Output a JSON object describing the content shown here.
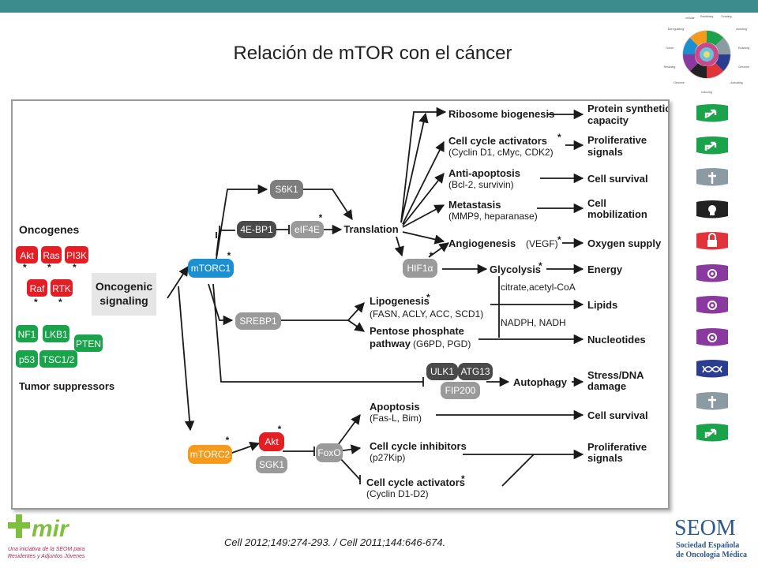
{
  "slide": {
    "title": "Relación de mTOR con el cáncer",
    "citation": "Cell 2012;149:274-293. /  Cell 2011;144:646-674."
  },
  "diagram": {
    "sections": {
      "oncogenes": "Oncogenes",
      "tumor_suppressors": "Tumor suppressors",
      "oncogenic_signaling_1": "Oncogenic",
      "oncogenic_signaling_2": "signaling"
    },
    "oncogenes": [
      "Akt",
      "Ras",
      "PI3K",
      "Raf",
      "RTK"
    ],
    "suppressors": [
      "NF1",
      "LKB1",
      "PTEN",
      "p53",
      "TSC1/2"
    ],
    "nodes": {
      "mtorc1": "mTORC1",
      "mtorc2": "mTORC2",
      "s6k1": "S6K1",
      "e4ebp1": "4E-BP1",
      "eif4e": "eIF4E",
      "translation": "Translation",
      "hif1": "HIF1α",
      "srebp1": "SREBP1",
      "ulk1": "ULK1",
      "atg13": "ATG13",
      "fip200": "FIP200",
      "autophagy": "Autophagy",
      "akt": "Akt",
      "sgk1": "SGK1",
      "foxo": "FoxO",
      "glycolysis": "Glycolysis",
      "citrate": "citrate,acetyl-CoA",
      "nadph": "NADPH, NADH"
    },
    "processes": {
      "ribosome": "Ribosome biogenesis",
      "cell_cycle_act": "Cell cycle activators",
      "cell_cycle_act_sub": "(Cyclin D1, cMyc, CDK2)",
      "anti_apoptosis": "Anti-apoptosis",
      "anti_apoptosis_sub": "(Bcl-2, survivin)",
      "metastasis": "Metastasis",
      "metastasis_sub": "(MMP9, heparanase)",
      "angiogenesis": "Angiogenesis",
      "angiogenesis_sub": "(VEGF)",
      "lipogenesis": "Lipogenesis",
      "lipogenesis_sub": "(FASN, ACLY,  ACC, SCD1)",
      "pentose_1": "Pentose phosphate",
      "pentose_2": "pathway",
      "pentose_sub": "(G6PD, PGD)",
      "apoptosis": "Apoptosis",
      "apoptosis_sub": "(Fas-L, Bim)",
      "cc_inhibitors": "Cell cycle inhibitors",
      "cc_inhibitors_sub": "(p27Kip)",
      "cc_act2": "Cell cycle activators",
      "cc_act2_sub": "(Cyclin D1-D2)"
    },
    "outcomes": {
      "protein_1": "Protein synthetic",
      "protein_2": "capacity",
      "prolif_1": "Proliferative",
      "prolif_2": "signals",
      "cell_survival": "Cell survival",
      "cell_1": "Cell",
      "cell_2": "mobilization",
      "oxygen": "Oxygen supply",
      "energy": "Energy",
      "lipids": "Lipids",
      "nucleotides": "Nucleotides",
      "stress_1": "Stress/DNA",
      "stress_2": "damage",
      "cell_survival2": "Cell survival",
      "prolif2_1": "Proliferative",
      "prolif2_2": "signals"
    },
    "star": "*"
  },
  "logos": {
    "mir_text": "mir",
    "mir_tagline_1": "Una iniciativa de la SEOM para",
    "mir_tagline_2": "Residentes y Adjuntos Jóvenes",
    "seom_title": "SEOM",
    "seom_sub_1": "Sociedad Española",
    "seom_sub_2": "de Oncología Médica"
  },
  "colors": {
    "teal": "#3d8c8c",
    "red": "#e31e24",
    "green": "#1aa34a",
    "blue": "#1b8fcf",
    "orange": "#f59a1b",
    "gray": "#8c8c8c",
    "dark": "#4a4a4a"
  },
  "side_icons": [
    {
      "name": "arrow-sign-icon",
      "color": "#1aa34a"
    },
    {
      "name": "arrow-sign-icon",
      "color": "#1aa34a"
    },
    {
      "name": "cross-icon",
      "color": "#8c9aa3"
    },
    {
      "name": "skull-icon",
      "color": "#222222"
    },
    {
      "name": "lock-icon",
      "color": "#e0333a"
    },
    {
      "name": "gear-icon",
      "color": "#8a3a9e"
    },
    {
      "name": "gear-icon",
      "color": "#8a3a9e"
    },
    {
      "name": "gear-icon",
      "color": "#8a3a9e"
    },
    {
      "name": "dna-icon",
      "color": "#2a3d8f"
    },
    {
      "name": "cross-icon",
      "color": "#8c9aa3"
    },
    {
      "name": "arrow-sign-icon",
      "color": "#1aa34a"
    }
  ]
}
